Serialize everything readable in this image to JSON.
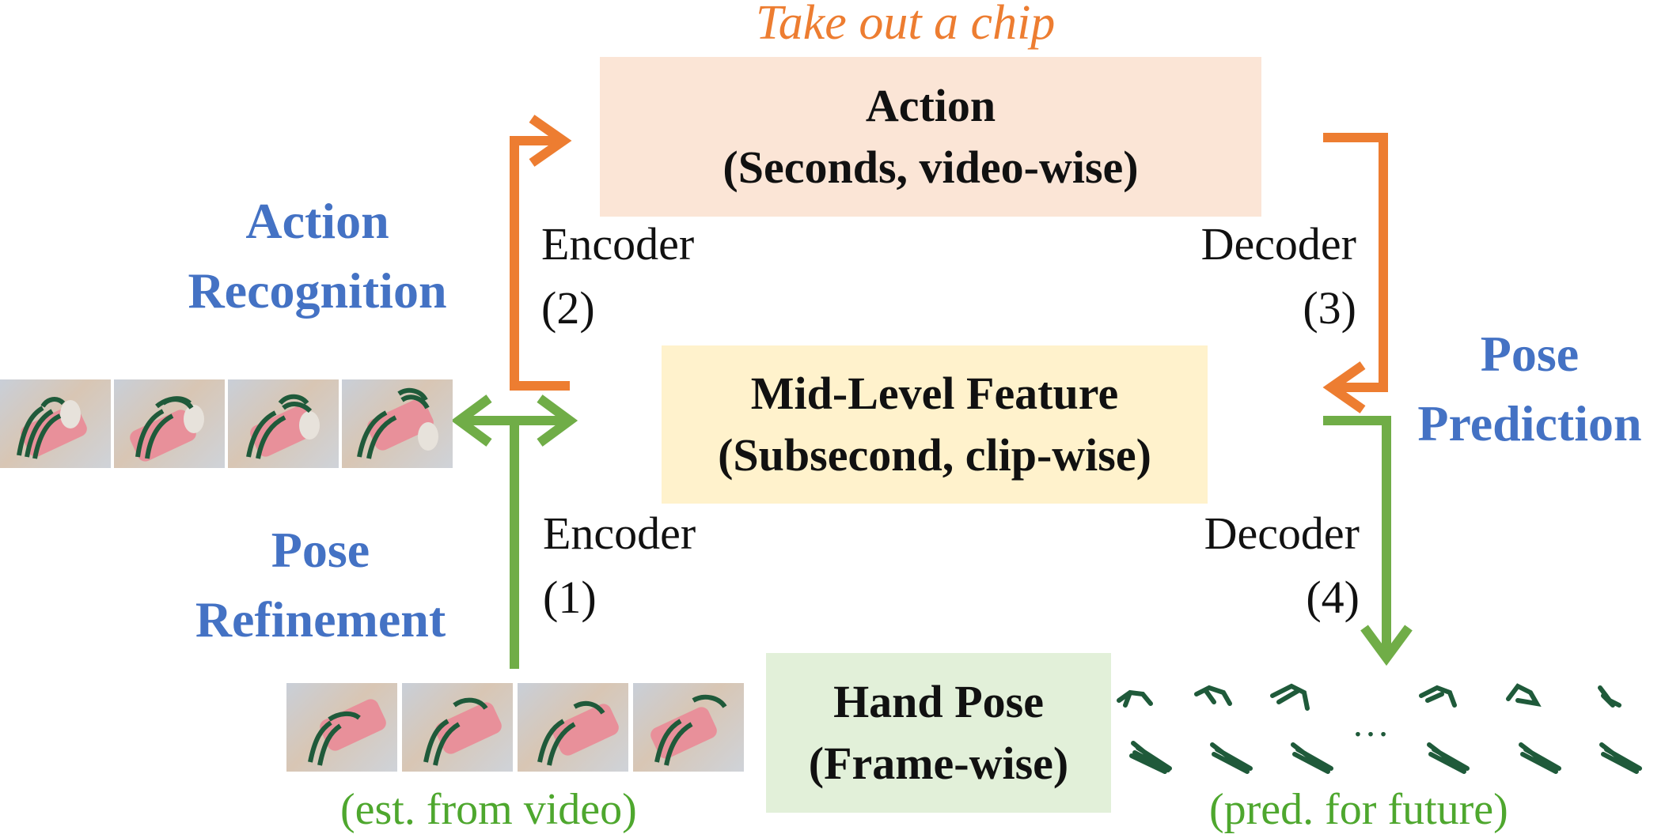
{
  "action_name": "Take out a chip",
  "boxes": {
    "action": {
      "line1": "Action",
      "line2": "(Seconds, video-wise)"
    },
    "mid": {
      "line1": "Mid-Level Feature",
      "line2": "(Subsecond, clip-wise)"
    },
    "pose": {
      "line1": "Hand Pose",
      "line2": "(Frame-wise)"
    }
  },
  "links": {
    "enc2": {
      "line1": "Encoder",
      "line2": "(2)"
    },
    "dec3": {
      "line1": "Decoder",
      "line2": "(3)"
    },
    "enc1": {
      "line1": "Encoder",
      "line2": "(1)"
    },
    "dec4": {
      "line1": "Decoder",
      "line2": "(4)"
    }
  },
  "tasks": {
    "action_recognition": {
      "line1": "Action",
      "line2": "Recognition"
    },
    "pose_prediction": {
      "line1": "Pose",
      "line2": "Prediction"
    },
    "pose_refinement": {
      "line1": "Pose",
      "line2": "Refinement"
    }
  },
  "captions": {
    "est": "(est. from video)",
    "pred": "(pred. for future)",
    "ellipsis": "…"
  },
  "colors": {
    "orange": "#ed7d31",
    "green": "#70ad47",
    "blue_text": "#4472c4",
    "green_text": "#4ea72e",
    "action_box": "#fbe5d6",
    "mid_box": "#fff2cc",
    "pose_box": "#e2f0d9",
    "skeleton": "#1f5a3a"
  }
}
